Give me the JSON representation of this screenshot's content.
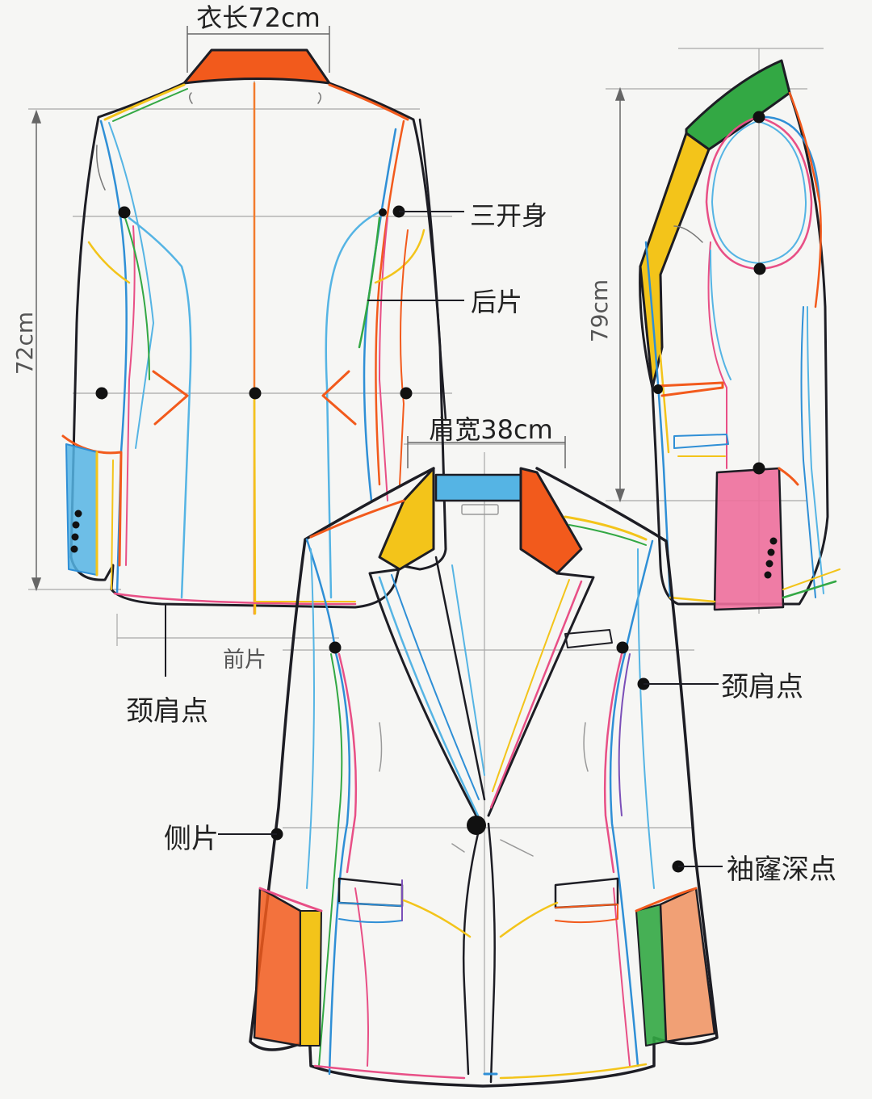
{
  "labels": {
    "length_top": "衣长72cm",
    "length_left": "72cm",
    "length_side": "79cm",
    "shoulder_width": "肩宽38cm",
    "three_piece": "三开身",
    "back_piece": "后片",
    "front_piece": "前片",
    "neck_shoulder_left": "颈肩点",
    "neck_shoulder_right": "颈肩点",
    "side_piece": "侧片",
    "armhole_depth": "袖窿深点"
  },
  "colors": {
    "outline": "#1d1d24",
    "orange": "#f25a1c",
    "yellow": "#f3c41a",
    "blue": "#2f8fd6",
    "light_blue": "#55b4e4",
    "pink": "#e84f86",
    "green": "#33a844",
    "purple": "#7b4fb8",
    "guide": "#9a9a9a"
  },
  "icons": {
    "marker": "filled-dot-icon",
    "leader": "leader-line-icon"
  }
}
